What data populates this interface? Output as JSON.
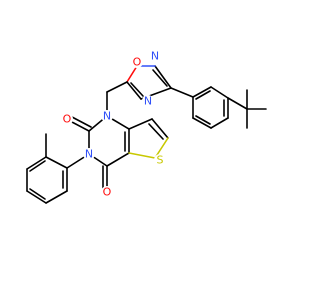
{
  "molecule": {
    "atoms": [
      {
        "id": "n_top",
        "label": "N",
        "color": "#3050f8"
      },
      {
        "id": "o_ring",
        "label": "O",
        "color": "#ff0d0d"
      },
      {
        "id": "n_ring",
        "label": "N",
        "color": "#3050f8"
      },
      {
        "id": "n1",
        "label": "N",
        "color": "#3050f8"
      },
      {
        "id": "n3",
        "label": "N",
        "color": "#3050f8"
      },
      {
        "id": "o_c2",
        "label": "O",
        "color": "#ff0d0d"
      },
      {
        "id": "o_c4",
        "label": "O",
        "color": "#ff0d0d"
      },
      {
        "id": "s",
        "label": "S",
        "color": "#c8c800"
      }
    ]
  }
}
